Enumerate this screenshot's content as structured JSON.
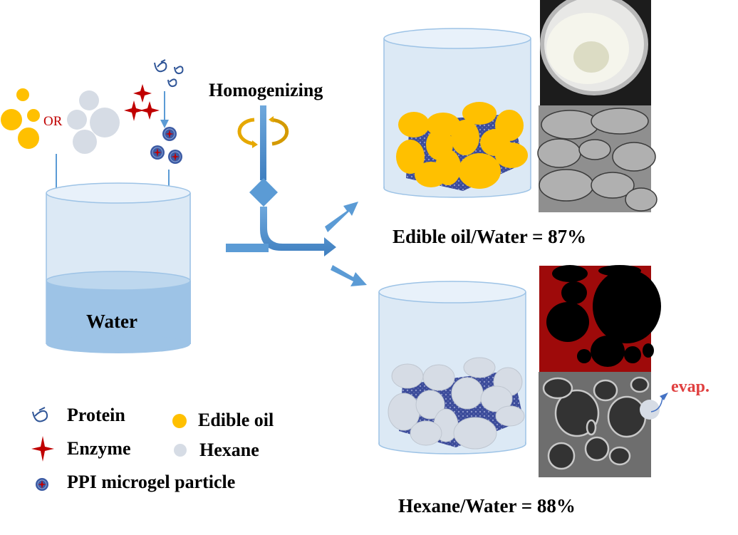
{
  "title_step": "Homogenizing",
  "or_label": "OR",
  "water_label": "Water",
  "evap_label": "evap.",
  "results": {
    "edible_oil": {
      "label": "Edible oil/Water = 87%",
      "ratio": "87%"
    },
    "hexane": {
      "label": "Hexane/Water = 88%",
      "ratio": "88%"
    }
  },
  "legend": [
    {
      "icon": "protein-icon",
      "label": "Protein"
    },
    {
      "icon": "enzyme-icon",
      "label": "Enzyme"
    },
    {
      "icon": "microgel-icon",
      "label": "PPI microgel particle"
    },
    {
      "icon": "edible-oil-dot-icon",
      "label": "Edible oil"
    },
    {
      "icon": "hexane-dot-icon",
      "label": "Hexane"
    }
  ],
  "colors": {
    "oil": "#ffc000",
    "hexane": "#d6dce5",
    "enzyme": "#c00000",
    "protein": "#2f5597",
    "arrow": "#5b9bd5",
    "beaker_fill": "#dce9f5",
    "beaker_stroke": "#9dc3e6",
    "water": "#9dc3e6",
    "rotation": "#e6a800",
    "evap_text": "#e04040"
  }
}
